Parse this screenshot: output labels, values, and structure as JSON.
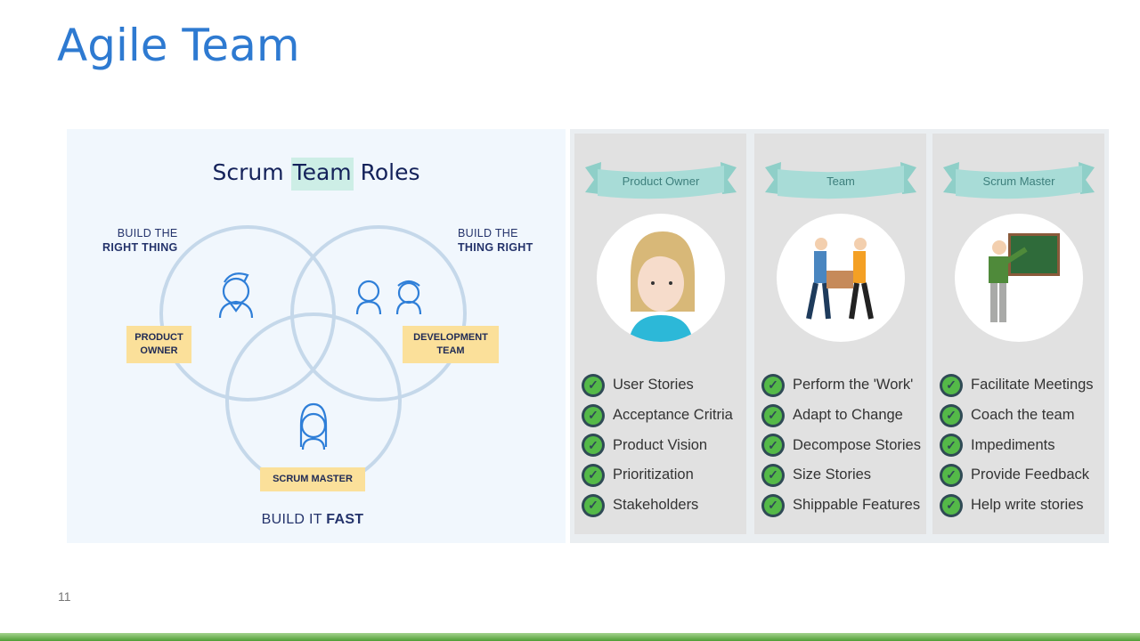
{
  "slide": {
    "title": "Agile Team",
    "page_number": "11"
  },
  "venn": {
    "title_pre": "Scrum ",
    "title_hl": "Team",
    "title_post": " Roles",
    "build_right_thing": {
      "line1": "BUILD THE",
      "line2": "RIGHT THING"
    },
    "build_thing_right": {
      "line1": "BUILD THE",
      "line2": "THING RIGHT"
    },
    "build_fast": {
      "pre": "BUILD IT ",
      "bold": "FAST"
    },
    "product_owner": {
      "line1": "PRODUCT",
      "line2": "OWNER"
    },
    "development_team": {
      "line1": "DEVELOPMENT",
      "line2": "TEAM"
    },
    "scrum_master": "SCRUM MASTER"
  },
  "roles": [
    {
      "name": "Product Owner",
      "items": [
        "User Stories",
        "Acceptance Critria",
        "Product Vision",
        "Prioritization",
        "Stakeholders"
      ]
    },
    {
      "name": "Team",
      "items": [
        "Perform the 'Work'",
        "Adapt to Change",
        "Decompose Stories",
        "Size Stories",
        "Shippable Features"
      ]
    },
    {
      "name": "Scrum Master",
      "items": [
        "Facilitate Meetings",
        "Coach the team",
        "Impediments",
        "Provide Feedback",
        "Help write stories"
      ]
    }
  ],
  "colors": {
    "title": "#2e7ad1",
    "tag": "#fbe09a",
    "check": "#54b948",
    "banner": "#a8dcd7"
  }
}
